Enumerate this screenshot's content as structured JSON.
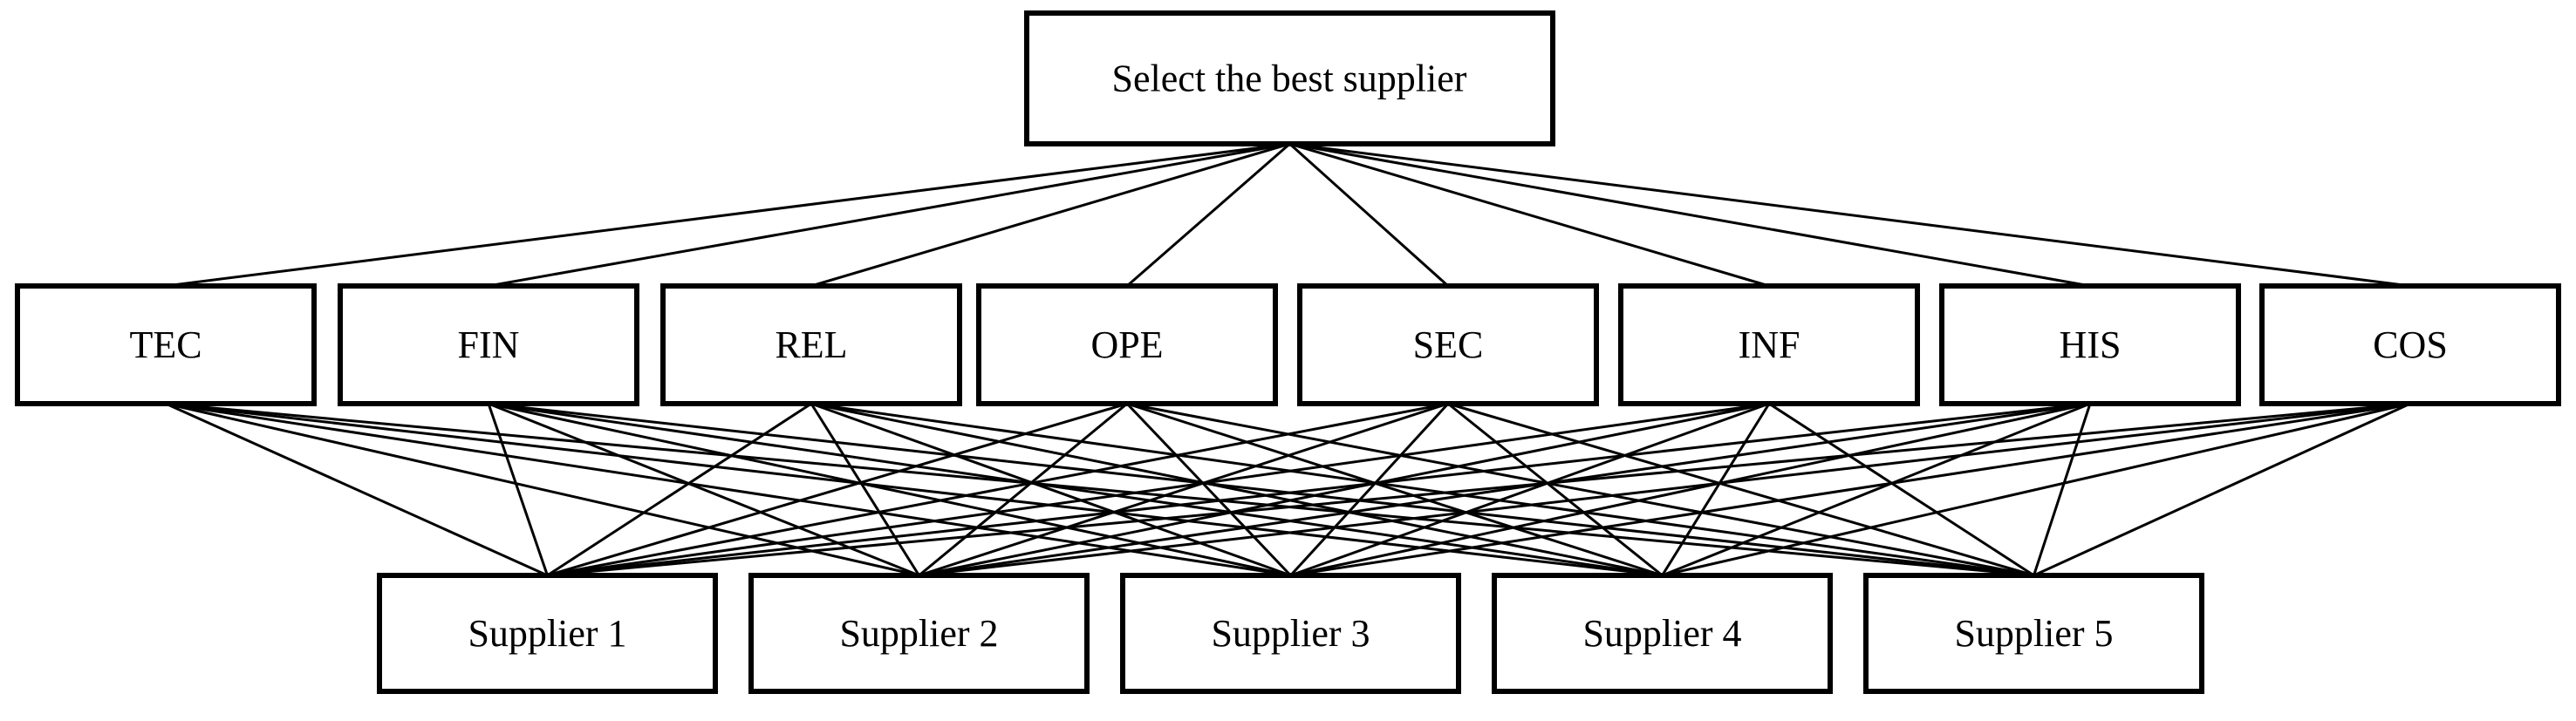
{
  "diagram": {
    "type": "hierarchy",
    "goal": {
      "label": "Select the best supplier"
    },
    "criteria": [
      "TEC",
      "FIN",
      "REL",
      "OPE",
      "SEC",
      "INF",
      "HIS",
      "COS"
    ],
    "alternatives": [
      "Supplier 1",
      "Supplier 2",
      "Supplier 3",
      "Supplier 4",
      "Supplier 5"
    ],
    "edges": {
      "goal_to_criteria": "goal connects to every criterion",
      "criteria_to_alternatives": "every criterion connects to every alternative"
    },
    "colors": {
      "background": "#ffffff",
      "node_fill": "#ffffff",
      "node_border": "#000000",
      "edge": "#000000",
      "text": "#000000"
    }
  }
}
